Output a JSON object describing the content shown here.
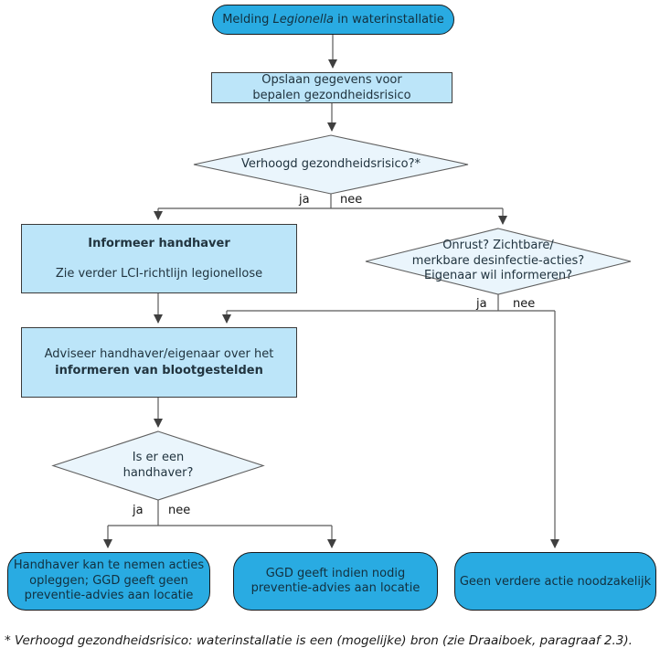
{
  "diagram": {
    "edge_labels": {
      "yes": "ja",
      "no": "nee"
    },
    "footnote": "* Verhoogd gezondheidsrisico: waterinstallatie is een (mogelijke) bron (zie Draaiboek, paragraaf 2.3)."
  },
  "nodes": {
    "start": {
      "pre": "Melding ",
      "italic": "Legionella",
      "post": " in waterinstallatie"
    },
    "store": {
      "line1": "Opslaan gegevens voor",
      "line2": "bepalen gezondheidsrisico"
    },
    "decision_risk": {
      "label": "Verhoogd gezondheidsrisico?*"
    },
    "inform_enforcer": {
      "title": "Informeer handhaver",
      "subtitle": "Zie verder LCI-richtlijn legionellose"
    },
    "decision_unrest": {
      "line1": "Onrust? Zichtbare/",
      "line2": "merkbare desinfectie-acties?",
      "line3": "Eigenaar wil informeren?"
    },
    "advise": {
      "line1": "Adviseer handhaver/eigenaar over het",
      "line2": "informeren van blootgestelden"
    },
    "decision_enforcer": {
      "line1": "Is er een",
      "line2": "handhaver?"
    },
    "outcome_enforcer": {
      "line1": "Handhaver kan te nemen acties",
      "line2": "opleggen; GGD geeft geen",
      "line3": "preventie-advies aan locatie"
    },
    "outcome_ggd": {
      "line1": "GGD geeft indien nodig",
      "line2": "preventie-advies aan locatie"
    },
    "outcome_none": {
      "label": "Geen verdere actie noodzakelijk"
    }
  },
  "colors": {
    "node_cyan": "#29abe2",
    "node_light_blue": "#bce5f9",
    "diamond_fill": "#eaf5fc",
    "connector": "#595959"
  }
}
